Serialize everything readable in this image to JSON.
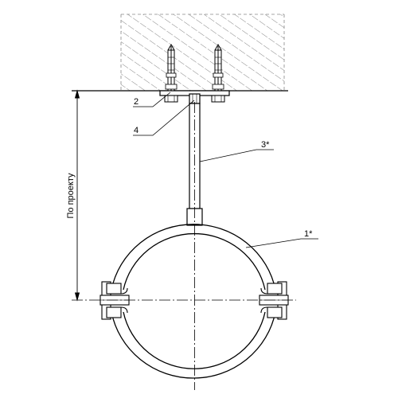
{
  "drawing": {
    "callouts": {
      "c1": "1*",
      "c2": "2",
      "c3": "3*",
      "c4": "4"
    },
    "dimension_label": "По проекту",
    "line_color": "#000000",
    "hatch_color": "#555555",
    "background_color": "#ffffff"
  }
}
